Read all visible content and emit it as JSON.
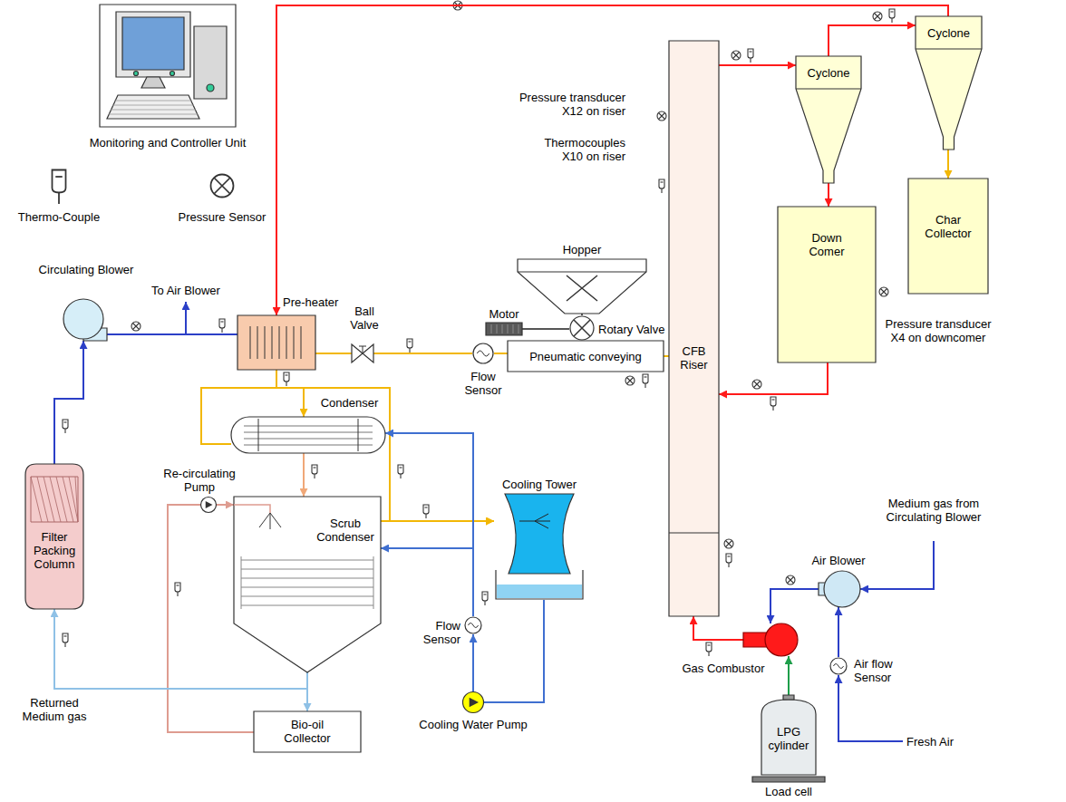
{
  "diagram": {
    "nodes": [
      {
        "text": [
          "Monitoring and Controller Unit"
        ]
      },
      {
        "text": [
          "Circulating Blower"
        ]
      },
      {
        "text": [
          "Pre-heater"
        ]
      },
      {
        "text": [
          "Ball Valve"
        ]
      },
      {
        "text": [
          "Flow Sensor"
        ]
      },
      {
        "text": [
          "Hopper"
        ]
      },
      {
        "text": [
          "Motor"
        ]
      },
      {
        "text": [
          "Rotary Valve"
        ]
      },
      {
        "text": [
          "Pneumatic conveying"
        ]
      },
      {
        "text": [
          "CFB Riser"
        ]
      },
      {
        "text": [
          "Cyclone"
        ]
      },
      {
        "text": [
          "Cyclone"
        ]
      },
      {
        "text": [
          "Down Comer"
        ]
      },
      {
        "text": [
          "Char Collector"
        ]
      },
      {
        "text": [
          "Condenser"
        ]
      },
      {
        "text": [
          "Re-circulating Pump"
        ]
      },
      {
        "text": [
          "Scrub Condenser"
        ]
      },
      {
        "text": [
          "Filter Packing Column"
        ]
      },
      {
        "text": [
          "Bio-oil Collector"
        ]
      },
      {
        "text": [
          "Cooling Tower"
        ]
      },
      {
        "text": [
          "Flow Sensor"
        ]
      },
      {
        "text": [
          "Cooling Water Pump"
        ]
      },
      {
        "text": [
          "Air Blower"
        ]
      },
      {
        "text": [
          "Air flow Sensor"
        ]
      },
      {
        "text": [
          "Gas Combustor"
        ]
      },
      {
        "text": [
          "LPG cylinder",
          "Load cell"
        ]
      }
    ],
    "edges": [
      {
        "from": 1,
        "to": 2,
        "arrow": "none"
      },
      {
        "from": 2,
        "to": 3,
        "arrow": "none"
      },
      {
        "from": 3,
        "to": 4,
        "arrow": "none"
      },
      {
        "from": 4,
        "to": 8,
        "arrow": "none"
      },
      {
        "from": 8,
        "to": 9,
        "arrow": "none"
      },
      {
        "from": 5,
        "to": 7,
        "arrow": "none"
      },
      {
        "from": 6,
        "to": 7,
        "arrow": "none"
      },
      {
        "from": 7,
        "to": 8,
        "arrow": "none"
      },
      {
        "from": 9,
        "to": 10,
        "arrow": "to"
      },
      {
        "from": 10,
        "to": 11,
        "arrow": "to"
      },
      {
        "from": 10,
        "to": 12,
        "arrow": "to"
      },
      {
        "from": 12,
        "to": 9,
        "arrow": "to"
      },
      {
        "from": 11,
        "to": 13,
        "arrow": "to"
      },
      {
        "from": 11,
        "to": 2,
        "arrow": "to"
      },
      {
        "from": 2,
        "to": 14,
        "arrow": "to"
      },
      {
        "from": 2,
        "to": 19,
        "arrow": "to"
      },
      {
        "from": 14,
        "to": 16,
        "arrow": "to"
      },
      {
        "from": 16,
        "to": 19,
        "arrow": "to"
      },
      {
        "from": 19,
        "to": 21,
        "arrow": "none"
      },
      {
        "from": 21,
        "to": 20,
        "arrow": "to"
      },
      {
        "from": 20,
        "to": 14,
        "arrow": "to"
      },
      {
        "from": 20,
        "to": 16,
        "arrow": "to"
      },
      {
        "from": 16,
        "to": 18,
        "arrow": "to"
      },
      {
        "from": 18,
        "to": 15,
        "arrow": "none"
      },
      {
        "from": 15,
        "to": 16,
        "arrow": "to"
      },
      {
        "from": 16,
        "to": 17,
        "arrow": "to"
      },
      {
        "from": 17,
        "to": 1,
        "arrow": "to"
      },
      {
        "from": 23,
        "to": 22,
        "arrow": "to"
      },
      {
        "from": 22,
        "to": 24,
        "arrow": "to"
      },
      {
        "from": 25,
        "to": 24,
        "arrow": "to"
      },
      {
        "from": 24,
        "to": 9,
        "arrow": "to"
      }
    ],
    "labels": [
      "To Air Blower",
      "Pressure transducer X12 on riser",
      "Thermocouples X10 on riser",
      "Pressure transducer X4 on downcomer",
      "Medium gas from Circulating Blower",
      "Fresh Air",
      "Returned Medium gas"
    ],
    "legend": [
      {
        "text": "Thermo-Couple"
      },
      {
        "text": "Pressure Sensor"
      }
    ]
  }
}
